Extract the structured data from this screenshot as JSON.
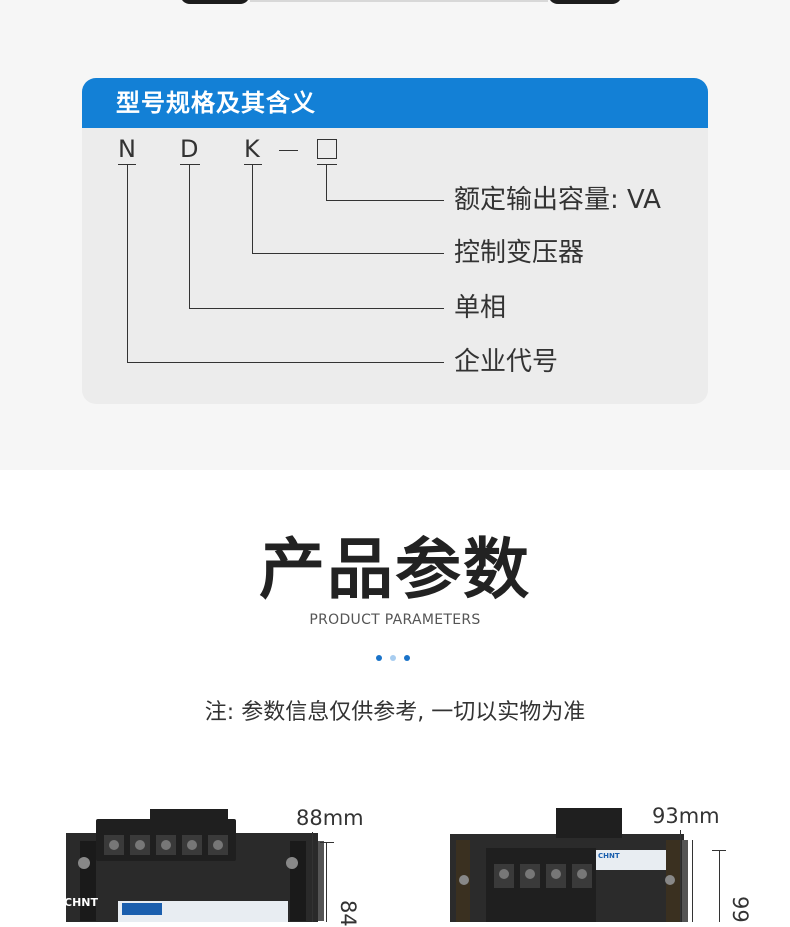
{
  "spec_card": {
    "title": "型号规格及其含义",
    "code_letters": [
      "N",
      "D",
      "K"
    ],
    "meanings": [
      "额定输出容量: VA",
      "控制变压器",
      "单相",
      "企业代号"
    ]
  },
  "section": {
    "title": "产品参数",
    "subtitle": "PRODUCT PARAMETERS",
    "dot_colors": [
      "#1a73c9",
      "#a8cdf0",
      "#1a73c9"
    ]
  },
  "note": "注: 参数信息仅供参考, 一切以实物为准",
  "products": [
    {
      "width_label": "88mm",
      "height_label": "84",
      "brand": "CHNT"
    },
    {
      "width_label": "93mm",
      "height_label": "99",
      "brand": "CHNT"
    }
  ],
  "colors": {
    "accent": "#1380d6",
    "band": "#f6f6f6",
    "card": "#ececec"
  }
}
